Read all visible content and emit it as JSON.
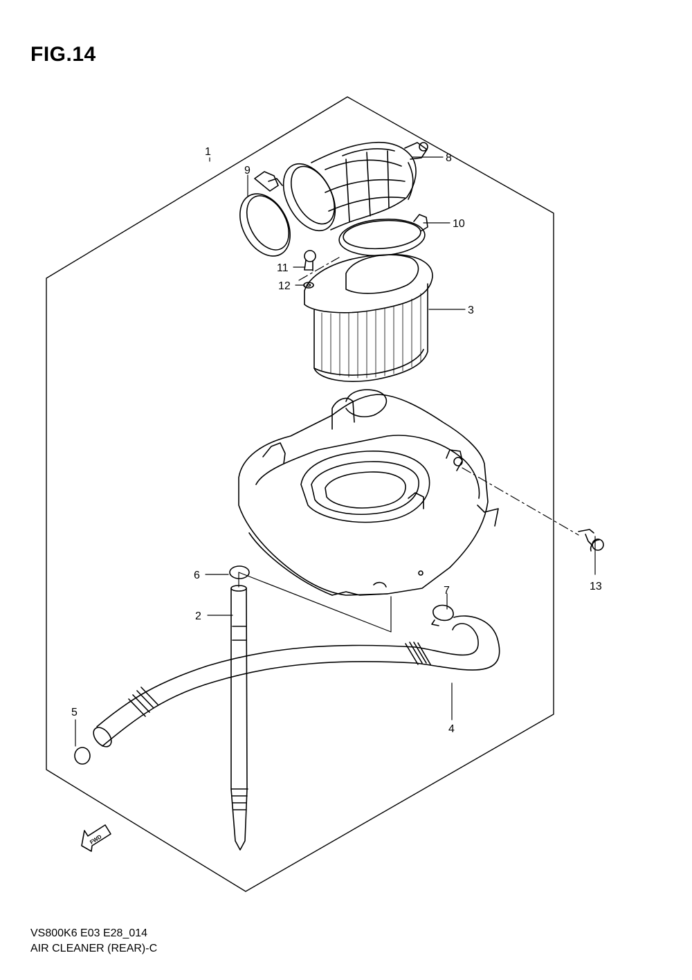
{
  "figure": {
    "title": "FIG.14"
  },
  "callouts": [
    "1",
    "2",
    "3",
    "4",
    "5",
    "6",
    "7",
    "8",
    "9",
    "10",
    "11",
    "12",
    "13"
  ],
  "fwd_mark": "FWD",
  "footer": {
    "code": "VS800K6 E03 E28_014",
    "caption": "AIR CLEANER (REAR)-C"
  }
}
